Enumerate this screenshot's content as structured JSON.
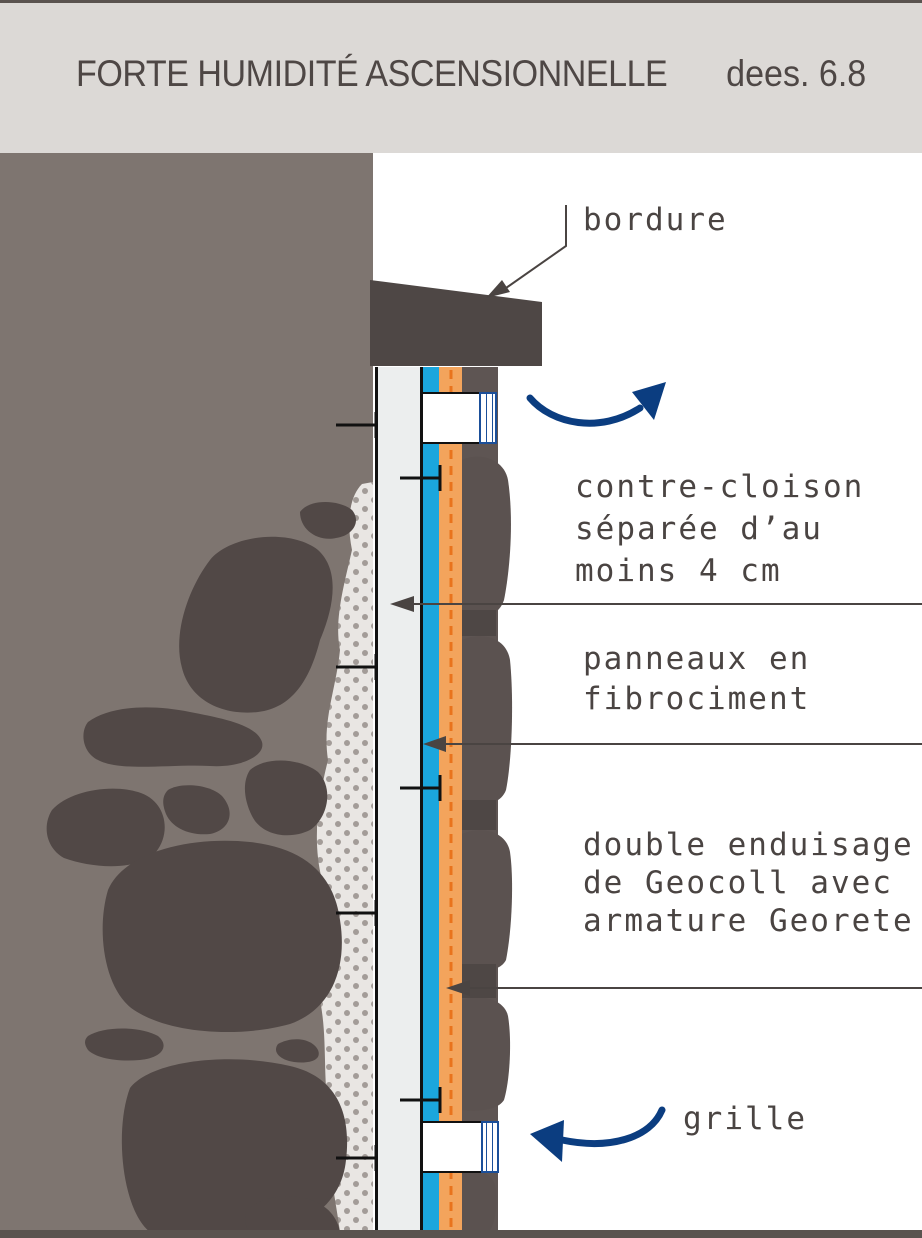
{
  "header": {
    "title": "FORTE HUMIDITÉ ASCENSIONNELLE",
    "figure_number": "dees. 6.8"
  },
  "labels": {
    "bordure": "bordure",
    "contre_cloison": [
      "contre-cloison",
      "séparée d’au",
      "moins 4 cm"
    ],
    "panneaux": [
      "panneaux en",
      "fibrociment"
    ],
    "double_enduisage": [
      "double enduisage",
      "de Geocoll avec",
      "armature Georete"
    ],
    "grille": "grille"
  },
  "colors": {
    "header_bg": "#dcd9d6",
    "masonry": "#7e7570",
    "stone": "#514846",
    "plaster": "#ece9e6",
    "board": "#eceeee",
    "blue_layer": "#1ba6dd",
    "orange_layer": "#f3a45c",
    "arrow_blue": "#0b3d80",
    "text": "#4a4442"
  }
}
